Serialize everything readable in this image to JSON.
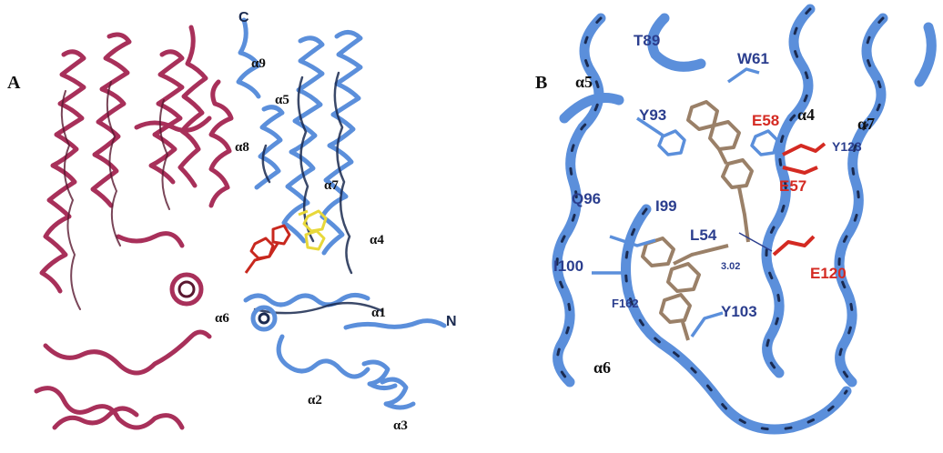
{
  "panels": {
    "a": {
      "label": "A",
      "chain_colors": {
        "chain1": "#a8305a",
        "chain2": "#5b8fdb",
        "ligand_red": "#c8281e",
        "ligand_yellow": "#e8d83a"
      },
      "labels": {
        "c_term": "C",
        "n_term": "N",
        "a9": "α9",
        "a5": "α5",
        "a8": "α8",
        "a7": "α7",
        "a4": "α4",
        "a1": "α1",
        "a6": "α6",
        "a2": "α2",
        "a3": "α3"
      }
    },
    "b": {
      "label": "B",
      "colors": {
        "helix": "#5b8fdb",
        "helix_dark": "#1a2a50",
        "acidic": "#d42a22",
        "label_blue": "#2b3e8e",
        "ligand": "#9a8068"
      },
      "labels": {
        "t89": "T89",
        "w61": "W61",
        "a5": "α5",
        "a4": "α4",
        "a7": "α7",
        "y93": "Y93",
        "e58": "E58",
        "y123": "Y123",
        "e57": "E57",
        "q96": "Q96",
        "i99": "I99",
        "l54": "L54",
        "i100": "I100",
        "e120": "E120",
        "dist": "3.02",
        "f162": "F162",
        "y103": "Y103",
        "a6": "α6"
      }
    }
  }
}
